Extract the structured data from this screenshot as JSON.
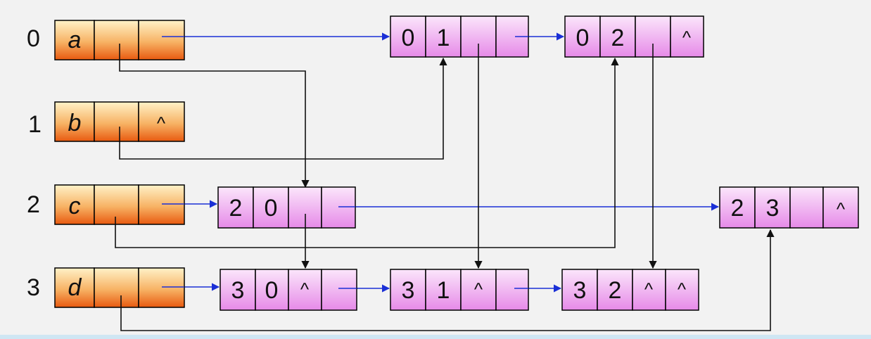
{
  "colors": {
    "background": "#f2f2f2",
    "vertex_gradient_top": "#fff2c8",
    "vertex_gradient_bottom": "#e85a10",
    "edge_gradient_top": "#fbe6fb",
    "edge_gradient_bottom": "#e88aea",
    "blue_arrow": "#1a2fd6",
    "black_arrow": "#111111"
  },
  "vertices": [
    {
      "id": "a",
      "index": "0",
      "label": "a",
      "tail": "",
      "next": ""
    },
    {
      "id": "b",
      "index": "1",
      "label": "b",
      "tail": "",
      "next": "^"
    },
    {
      "id": "c",
      "index": "2",
      "label": "c",
      "tail": "",
      "next": ""
    },
    {
      "id": "d",
      "index": "3",
      "label": "d",
      "tail": "",
      "next": ""
    }
  ],
  "edge_nodes": [
    {
      "id": "e01",
      "from": "0",
      "to": "1",
      "hlink": "",
      "tlink": ""
    },
    {
      "id": "e02",
      "from": "0",
      "to": "2",
      "hlink": "",
      "tlink": "^"
    },
    {
      "id": "e20",
      "from": "2",
      "to": "0",
      "hlink": "",
      "tlink": ""
    },
    {
      "id": "e23",
      "from": "2",
      "to": "3",
      "hlink": "",
      "tlink": "^"
    },
    {
      "id": "e30",
      "from": "3",
      "to": "0",
      "hlink": "^",
      "tlink": ""
    },
    {
      "id": "e31",
      "from": "3",
      "to": "1",
      "hlink": "^",
      "tlink": ""
    },
    {
      "id": "e32",
      "from": "3",
      "to": "2",
      "hlink": "^",
      "tlink": "^"
    }
  ]
}
